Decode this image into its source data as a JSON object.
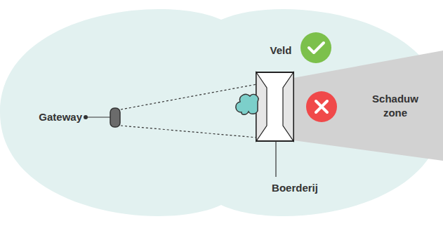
{
  "diagram": {
    "labels": [
      "Veld",
      "Gateway",
      "Schaduw zone",
      "Boerderij"
    ]
  }
}
